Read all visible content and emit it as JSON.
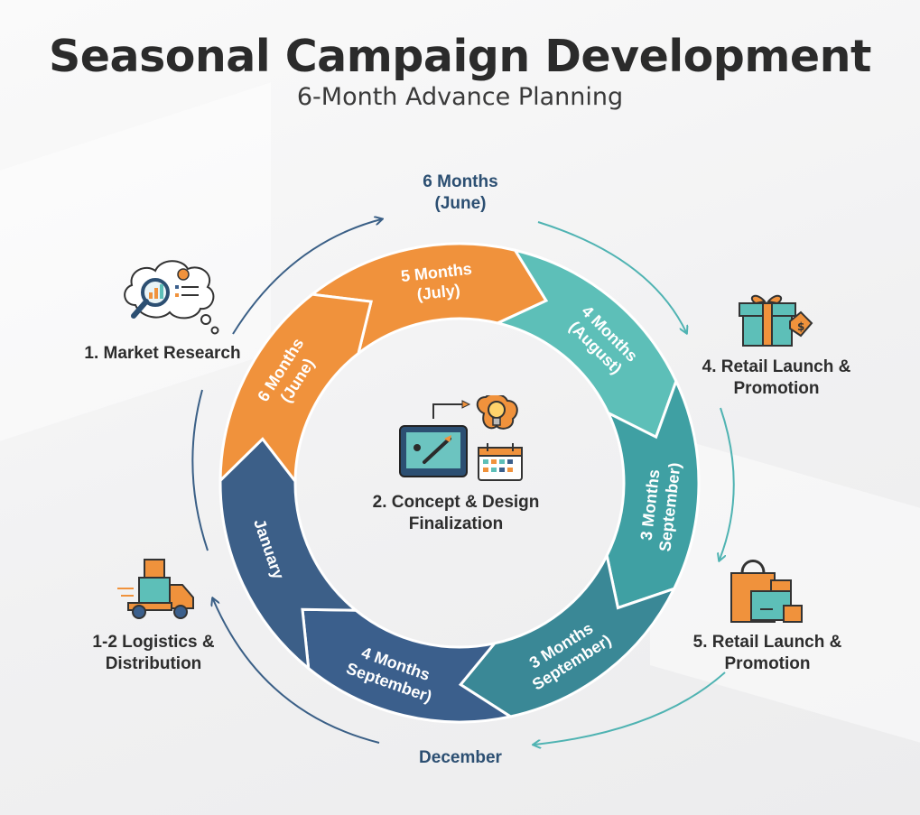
{
  "title": "Seasonal Campaign Development",
  "subtitle": "6-Month Advance Planning",
  "top_marker": {
    "line1": "6 Months",
    "line2": "(June)"
  },
  "bottom_marker": "December",
  "ring_segments": [
    {
      "line1": "5 Months",
      "line2": "(July)",
      "color": "#f0923c"
    },
    {
      "line1": "4 Months",
      "line2": "(August)",
      "color": "#5dbfb8"
    },
    {
      "line1": "3 Months",
      "line2": "September)",
      "color": "#3fa0a3"
    },
    {
      "line1": "3 Months",
      "line2": "September)",
      "color": "#3a8896"
    },
    {
      "line1": "4 Months",
      "line2": "September)",
      "color": "#3b5f8c"
    },
    {
      "line1": "January",
      "line2": "",
      "color": "#3c5f88"
    },
    {
      "line1": "6 Months",
      "line2": "(June)",
      "color": "#f0923c"
    }
  ],
  "stages": {
    "market_research": "1. Market Research",
    "concept_line1": "2. Concept & Design",
    "concept_line2": "Finalization",
    "retail_1_line1": "4. Retail Launch &",
    "retail_1_line2": "Promotion",
    "retail_2_line1": "5. Retail Launch &",
    "retail_2_line2": "Promotion",
    "logistics_line1": "1-2 Logistics &",
    "logistics_line2": "Distribution"
  },
  "icons": {
    "market_research": "magnifier-chart-thought-icon",
    "concept": "tablet-lightbulb-calendar-icon",
    "retail_1": "gift-box-price-tag-icon",
    "retail_2": "shopping-bag-packages-icon",
    "logistics": "delivery-truck-icon"
  },
  "colors": {
    "orange": "#f0923c",
    "teal_light": "#5dbfb8",
    "teal_mid": "#3fa0a3",
    "teal_dark": "#3a8896",
    "navy": "#3b5f8c",
    "arrow_blue": "#3a5f86",
    "arrow_teal": "#4fb3b2"
  }
}
